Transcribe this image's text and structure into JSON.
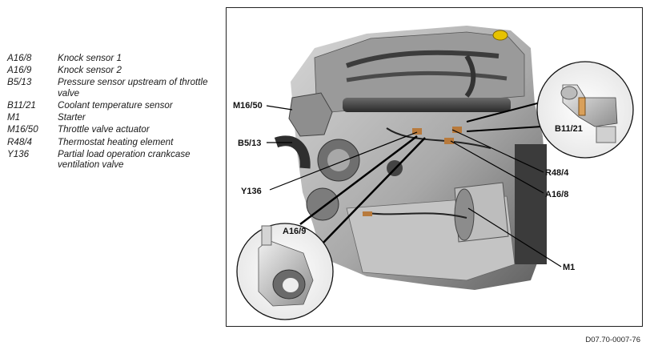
{
  "legend": [
    {
      "code": "A16/8",
      "desc": "Knock sensor 1"
    },
    {
      "code": "A16/9",
      "desc": "Knock sensor 2"
    },
    {
      "code": "B5/13",
      "desc": "Pressure sensor upstream of throttle valve"
    },
    {
      "code": "B11/21",
      "desc": "Coolant temperature sensor"
    },
    {
      "code": "M1",
      "desc": "Starter"
    },
    {
      "code": "M16/50",
      "desc": "Throttle valve actuator"
    },
    {
      "code": "R48/4",
      "desc": "Thermostat heating element"
    },
    {
      "code": "Y136",
      "desc": "Partial load operation crankcase ventilation valve"
    }
  ],
  "callouts": {
    "m16_50": "M16/50",
    "b5_13": "B5/13",
    "y136": "Y136",
    "r48_4": "R48/4",
    "a16_8": "A16/8",
    "m1": "M1",
    "b11_21": "B11/21",
    "a16_9": "A16/9"
  },
  "figure_id": "D07.70-0007-76"
}
